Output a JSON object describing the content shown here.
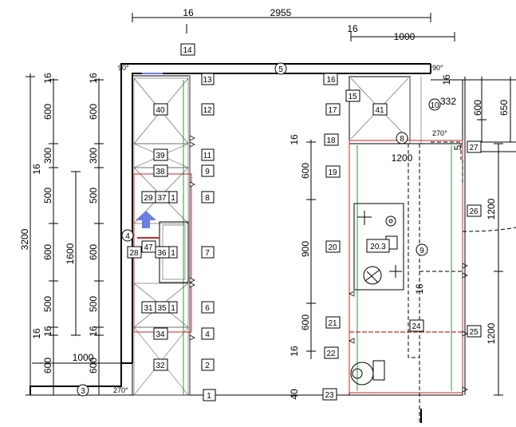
{
  "top_dims": {
    "left_offset": "16",
    "overall_width": "2955",
    "right_offset": "16",
    "right_width": "1000"
  },
  "left_dims": {
    "total_height": "3200",
    "stack_a": [
      "16",
      "600",
      "300",
      "500",
      "600",
      "500",
      "16",
      "600"
    ],
    "stack_b": [
      "16",
      "600",
      "300",
      "500",
      "600",
      "500",
      "16",
      "600"
    ],
    "inner_height": "1600",
    "inner_offset_top": "16",
    "inner_offset_bottom": "16",
    "bottom_width": "1000"
  },
  "angles": {
    "top_left": "90°",
    "top_right": "90°",
    "bottom_left": "270°",
    "right_mid": "270°"
  },
  "center_dims": {
    "offset_top": "16",
    "seg1": "600",
    "seg2": "900",
    "seg3": "600",
    "offset_bottom": "16",
    "bottom_gap": "40"
  },
  "right_dims": {
    "offset": "16",
    "d332": "332",
    "d600": "600",
    "d650": "650",
    "d1200_top": "1200",
    "d1200_side": "1200",
    "d1200_bottom": "1200",
    "d5": "5",
    "d16": "16"
  },
  "wall_tags": [
    "1",
    "2",
    "4",
    "6",
    "7",
    "8",
    "9",
    "11",
    "12",
    "13",
    "14",
    "16",
    "17",
    "18",
    "19",
    "20",
    "21",
    "22",
    "23",
    "24",
    "25",
    "26",
    "27"
  ],
  "cabinet_tags": {
    "c40": "40",
    "c39": "39",
    "c38": "38",
    "c29": "29",
    "c37": "37",
    "c1a": "1",
    "c28": "28",
    "c47": "47",
    "c36": "36",
    "c1b": "1",
    "c31": "31",
    "c35": "35",
    "c1c": "1",
    "c34": "34",
    "c32": "32",
    "c41": "41",
    "c15": "15",
    "c203": "20.3"
  },
  "circle_tags": {
    "c3": "3",
    "c4": "4",
    "c5": "5",
    "c8": "8",
    "c9": "9",
    "c10": "10"
  }
}
